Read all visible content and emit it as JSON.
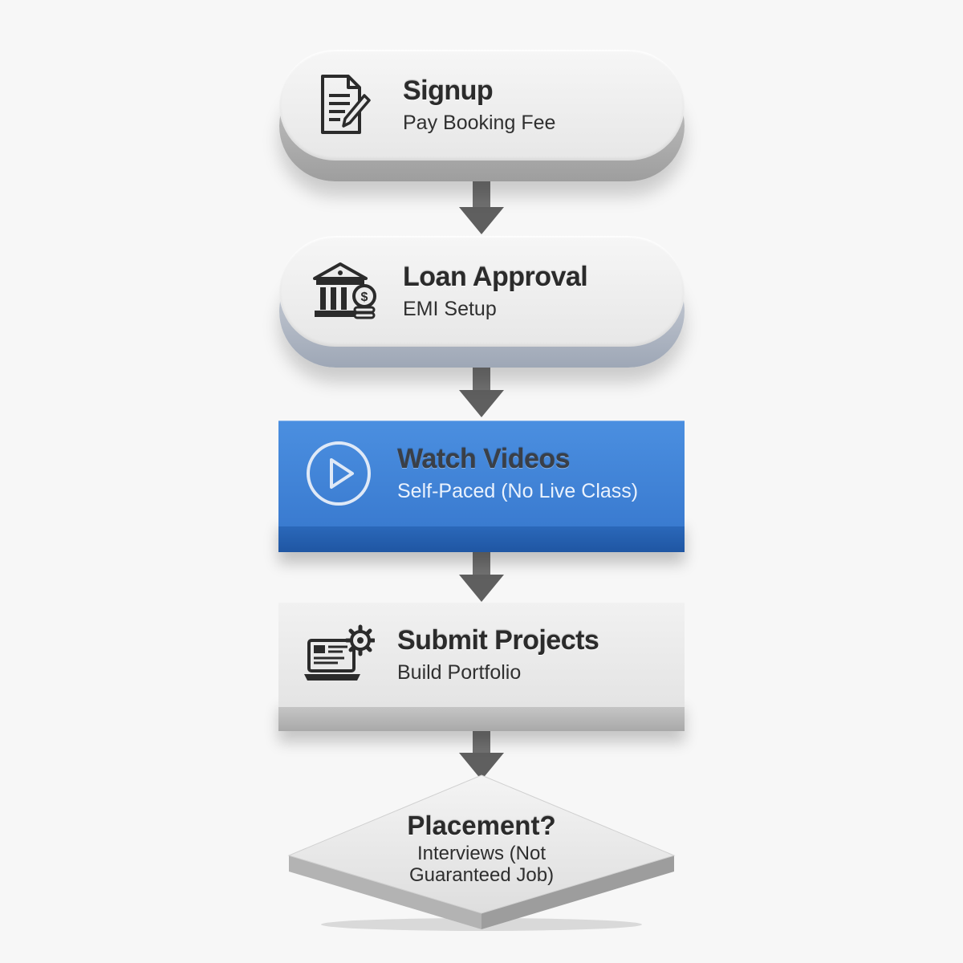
{
  "steps": [
    {
      "title": "Signup",
      "subtitle": "Pay Booking Fee",
      "icon": "document-pen-icon",
      "shape": "pill"
    },
    {
      "title": "Loan Approval",
      "subtitle": "EMI Setup",
      "icon": "bank-coins-icon",
      "shape": "pill"
    },
    {
      "title": "Watch Videos",
      "subtitle": "Self-Paced (No Live Class)",
      "icon": "play-circle-icon",
      "shape": "rectangle",
      "highlight": true
    },
    {
      "title": "Submit Projects",
      "subtitle": "Build Portfolio",
      "icon": "laptop-gear-icon",
      "shape": "rectangle"
    }
  ],
  "decision": {
    "title": "Placement?",
    "subtitle_lines": [
      "Interviews (Not",
      "Guaranteed Job)"
    ],
    "shape": "diamond"
  },
  "colors": {
    "highlight": "#3f84d8",
    "box": "#ebebeb",
    "arrow": "#6e6e6e",
    "text": "#2b2b2b",
    "background": "#f7f7f7"
  }
}
